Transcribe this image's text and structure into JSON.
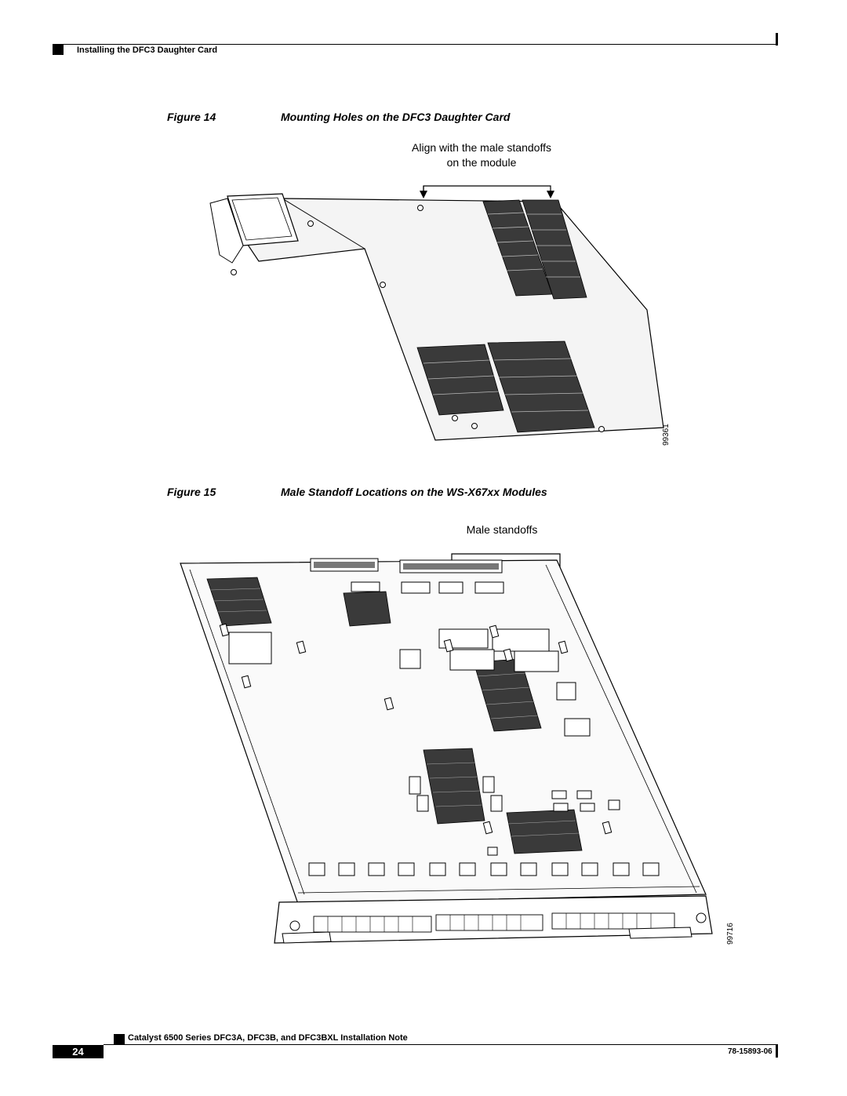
{
  "header": {
    "section_title": "Installing the DFC3 Daughter Card"
  },
  "figure14": {
    "label": "Figure 14",
    "title": "Mounting Holes on the DFC3 Daughter Card",
    "callout_line1": "Align with the male standoffs",
    "callout_line2": "on the module",
    "figure_id": "99361"
  },
  "figure15": {
    "label": "Figure 15",
    "title": "Male Standoff Locations on the WS-X67xx Modules",
    "callout": "Male standoffs",
    "figure_id": "99716"
  },
  "footer": {
    "doc_title": "Catalyst 6500 Series DFC3A, DFC3B, and DFC3BXL Installation Note",
    "page_number": "24",
    "doc_number": "78-15893-06"
  },
  "colors": {
    "ink": "#000000",
    "paper": "#ffffff",
    "board_fill": "#f4f4f4",
    "heatsink": "#3a3a3a"
  }
}
